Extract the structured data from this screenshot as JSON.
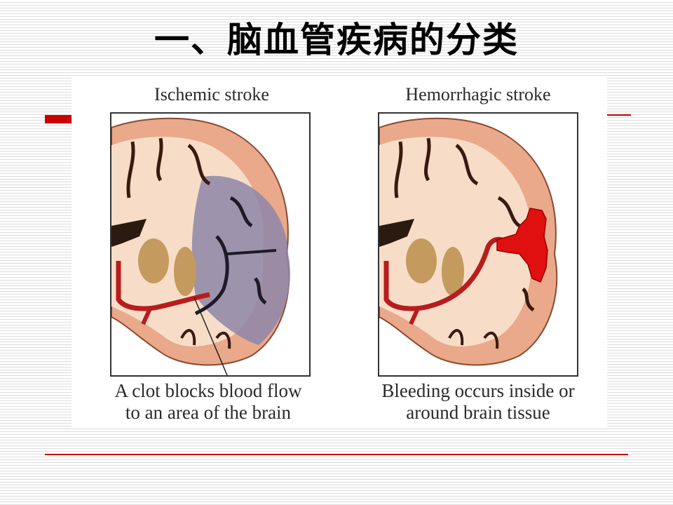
{
  "slide": {
    "title": "一、脑血管疾病的分类",
    "accent_color": "#cc0000"
  },
  "figure": {
    "left": {
      "title": "Ischemic stroke",
      "caption_line1": "A clot blocks blood flow",
      "caption_line2": "to an area of the brain",
      "illustration": "brain-coronal-section-ischemic"
    },
    "right": {
      "title": "Hemorrhagic stroke",
      "caption_line1": "Bleeding occurs inside or",
      "caption_line2": "around brain tissue",
      "illustration": "brain-coronal-section-hemorrhagic"
    }
  }
}
